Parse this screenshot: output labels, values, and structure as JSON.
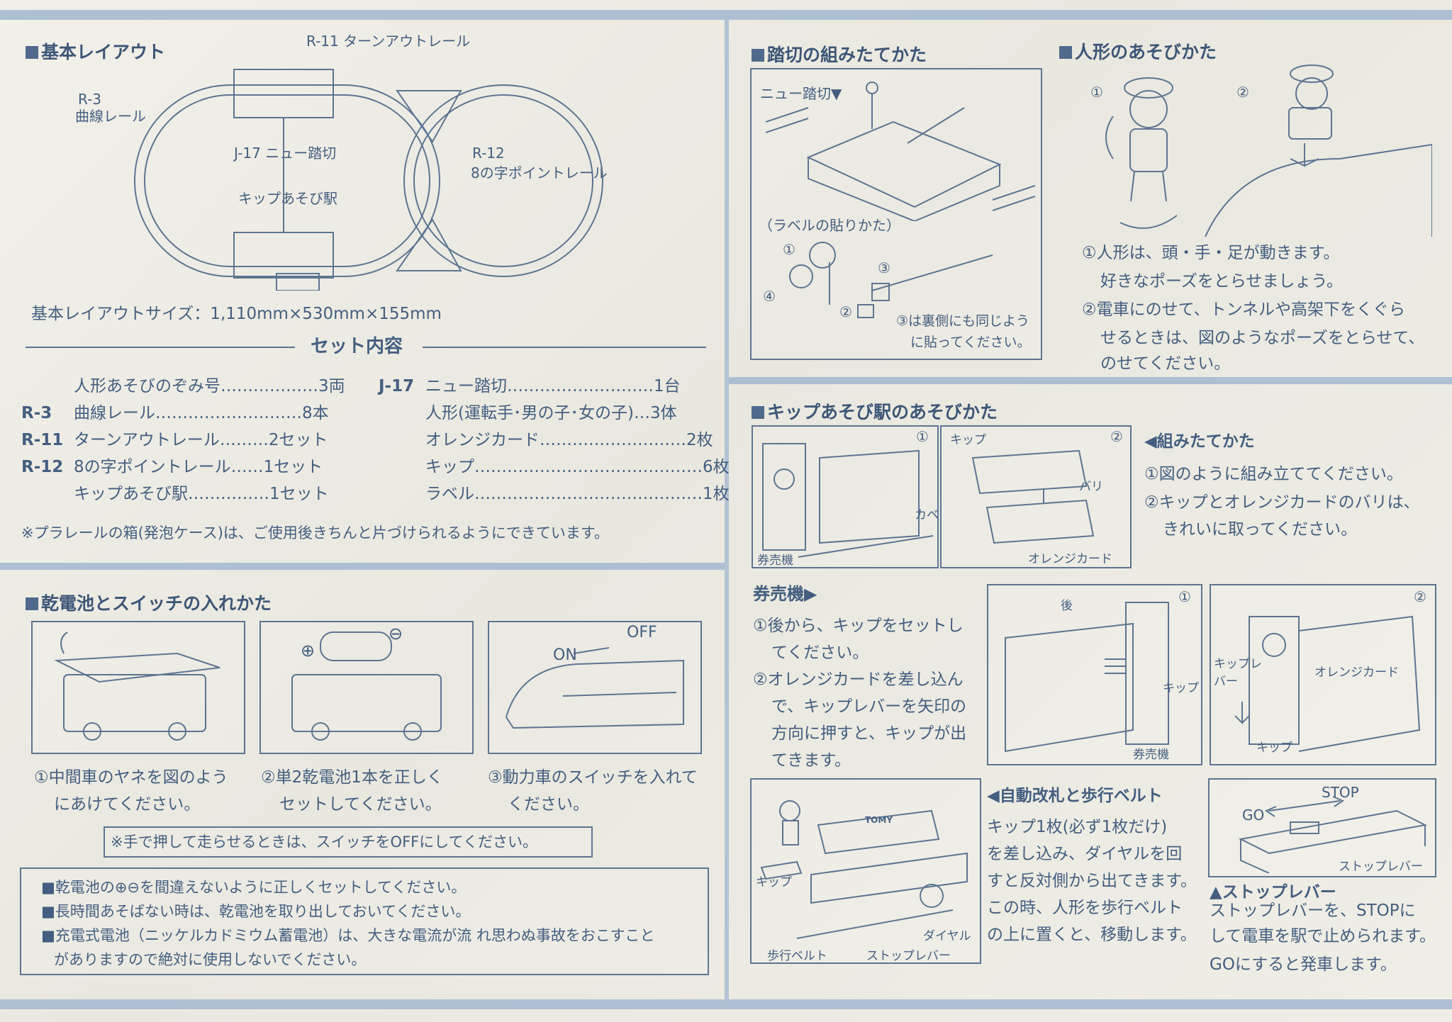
{
  "layout": {
    "title": "基本レイアウト",
    "r11": "R-11 ターンアウトレール",
    "r3": "R-3",
    "r3name": "曲線レール",
    "j17": "J-17 ニュー踏切",
    "r12": "R-12",
    "r12name": "8の字ポイントレール",
    "station": "キップあそび駅",
    "size": "基本レイアウトサイズ：1,110mm×530mm×155mm"
  },
  "contents": {
    "title": "セット内容",
    "left": [
      {
        "code": "",
        "name": "人形あそびのぞみ号………………3両"
      },
      {
        "code": "R-3",
        "name": "曲線レール………………………8本"
      },
      {
        "code": "R-11",
        "name": "ターンアウトレール………2セット"
      },
      {
        "code": "R-12",
        "name": "8の字ポイントレール……1セット"
      },
      {
        "code": "",
        "name": "キップあそび駅……………1セット"
      }
    ],
    "right": [
      {
        "code": "J-17",
        "name": "ニュー踏切………………………1台"
      },
      {
        "code": "",
        "name": "人形(運転手･男の子･女の子)…3体"
      },
      {
        "code": "",
        "name": "オレンジカード………………………2枚"
      },
      {
        "code": "",
        "name": "キップ……………………………………6枚"
      },
      {
        "code": "",
        "name": "ラベル……………………………………1枚"
      }
    ],
    "note": "※プラレールの箱(発泡ケース)は、ご使用後きちんと片づけられるようにできています。"
  },
  "battery": {
    "title": "乾電池とスイッチの入れかた",
    "plus": "⊕",
    "minus": "⊖",
    "on": "ON",
    "off": "OFF",
    "c1a": "①中間車のヤネを図のよう",
    "c1b": "にあけてください。",
    "c2a": "②単2乾電池1本を正しく",
    "c2b": "セットしてください。",
    "c3a": "③動力車のスイッチを入れて",
    "c3b": "ください。",
    "hand": "※手で押して走らせるときは、スイッチをOFFにしてください。",
    "w1": "■乾電池の⊕⊖を間違えないように正しくセットしてください。",
    "w2": "■長時間あそばない時は、乾電池を取り出しておいてください。",
    "w3": "■充電式電池（ニッケルカドミウム蓄電池）は、大きな電流が流 れ思わぬ事故をおこすこと",
    "w4": "がありますので絶対に使用しないでください。"
  },
  "crossing": {
    "title": "踏切の組みたてかた",
    "label1": "ニュー踏切▼",
    "label2": "（ラベルの貼りかた）",
    "n1": "①",
    "n2": "②",
    "n3": "③",
    "n4": "④",
    "note1": "③は裏側にも同じよう",
    "note2": "に貼ってください。"
  },
  "figure": {
    "title": "人形のあそびかた",
    "n1": "①",
    "n2": "②",
    "l1": "①人形は、頭・手・足が動きます。",
    "l2": "好きなポーズをとらせましょう。",
    "l3": "②電車にのせて、トンネルや高架下をくぐら",
    "l4": "せるときは、図のようなポーズをとらせて、",
    "l5": "のせてください。"
  },
  "station": {
    "title": "キップあそび駅のあそびかた",
    "n1": "①",
    "n2": "②",
    "kabe": "カベ",
    "kenbaiki_small": "券売機",
    "kippu": "キップ",
    "bari": "バリ",
    "orange": "オレンジカード",
    "assemble_title": "◀組みたてかた",
    "a1": "①図のように組み立ててください。",
    "a2": "②キップとオレンジカードのバリは、",
    "a3": "きれいに取ってください。",
    "kenbaiki_title": "券売機▶",
    "k1": "①後から、キップをセットし",
    "k2": "てください。",
    "k3": "②オレンジカードを差し込ん",
    "k4": "で、キップレバーを矢印の",
    "k5": "方向に押すと、キップが出",
    "k6": "てきます。",
    "ushiro": "後",
    "kippu_lever": "キップレバー",
    "gate_title": "◀自動改札と歩行ベルト",
    "g1": "キップ1枚(必ず1枚だけ)",
    "g2": "を差し込み、ダイヤルを回",
    "g3": "すと反対側から出てきます。",
    "g4": "この時、人形を歩行ベルト",
    "g5": "の上に置くと、移動します。",
    "belt": "歩行ベルト",
    "stop_lever": "ストップレバー",
    "dial": "ダイヤル",
    "go": "GO",
    "stop": "STOP",
    "stop_title": "▲ストップレバー",
    "sl1": "ストップレバーを、STOPに",
    "sl2": "して電車を駅で止められます。",
    "sl3": "GOにすると発車します。",
    "tomy": "TOMY"
  }
}
